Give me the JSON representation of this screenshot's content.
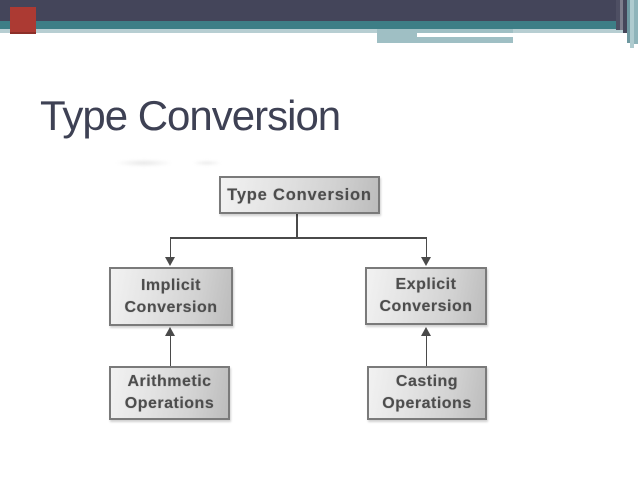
{
  "slide": {
    "title": "Type Conversion",
    "background": "#FFFFFF"
  },
  "theme": {
    "colors": {
      "header_dark": "#44455A",
      "header_teal": "#3D7E86",
      "header_light": "#B7CED2",
      "header_block": "#9FBFC4",
      "accent_red": "#AC3A33",
      "title_text": "#3E4154",
      "box_border": "#7A7A7A",
      "box_text": "#4D4D4D",
      "connector": "#4A4A4A"
    }
  },
  "diagram": {
    "root": {
      "label": "Type Conversion"
    },
    "implicit": {
      "line1": "Implicit",
      "line2": "Conversion"
    },
    "explicit": {
      "line1": "Explicit",
      "line2": "Conversion"
    },
    "arithmetic": {
      "line1": "Arithmetic",
      "line2": "Operations"
    },
    "casting": {
      "line1": "Casting",
      "line2": "Operations"
    },
    "edges": [
      {
        "from": "Type Conversion",
        "to": "Implicit Conversion",
        "arrow": "down"
      },
      {
        "from": "Type Conversion",
        "to": "Explicit Conversion",
        "arrow": "down"
      },
      {
        "from": "Arithmetic Operations",
        "to": "Implicit Conversion",
        "arrow": "up"
      },
      {
        "from": "Casting Operations",
        "to": "Explicit Conversion",
        "arrow": "up"
      }
    ]
  }
}
